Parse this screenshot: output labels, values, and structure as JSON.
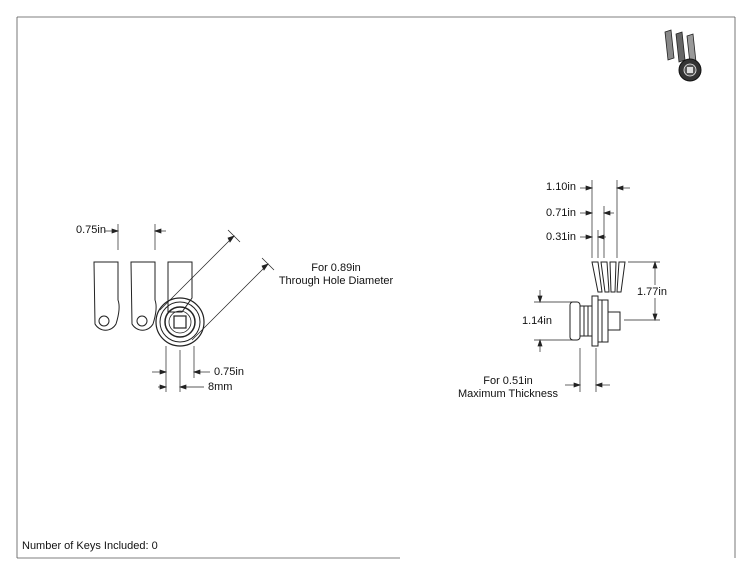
{
  "left_view": {
    "tab_width": "0.75in",
    "through_hole_line1": "For 0.89in",
    "through_hole_line2": "Through Hole Diameter",
    "offset": "0.75in",
    "square_drive": "8mm"
  },
  "right_view": {
    "dim_a": "1.10in",
    "dim_b": "0.71in",
    "dim_c": "0.31in",
    "height": "1.77in",
    "body_diameter": "1.14in",
    "thickness_line1": "For 0.51in",
    "thickness_line2": "Maximum Thickness"
  },
  "footer": {
    "keys_text": "Number of Keys Included: 0"
  }
}
